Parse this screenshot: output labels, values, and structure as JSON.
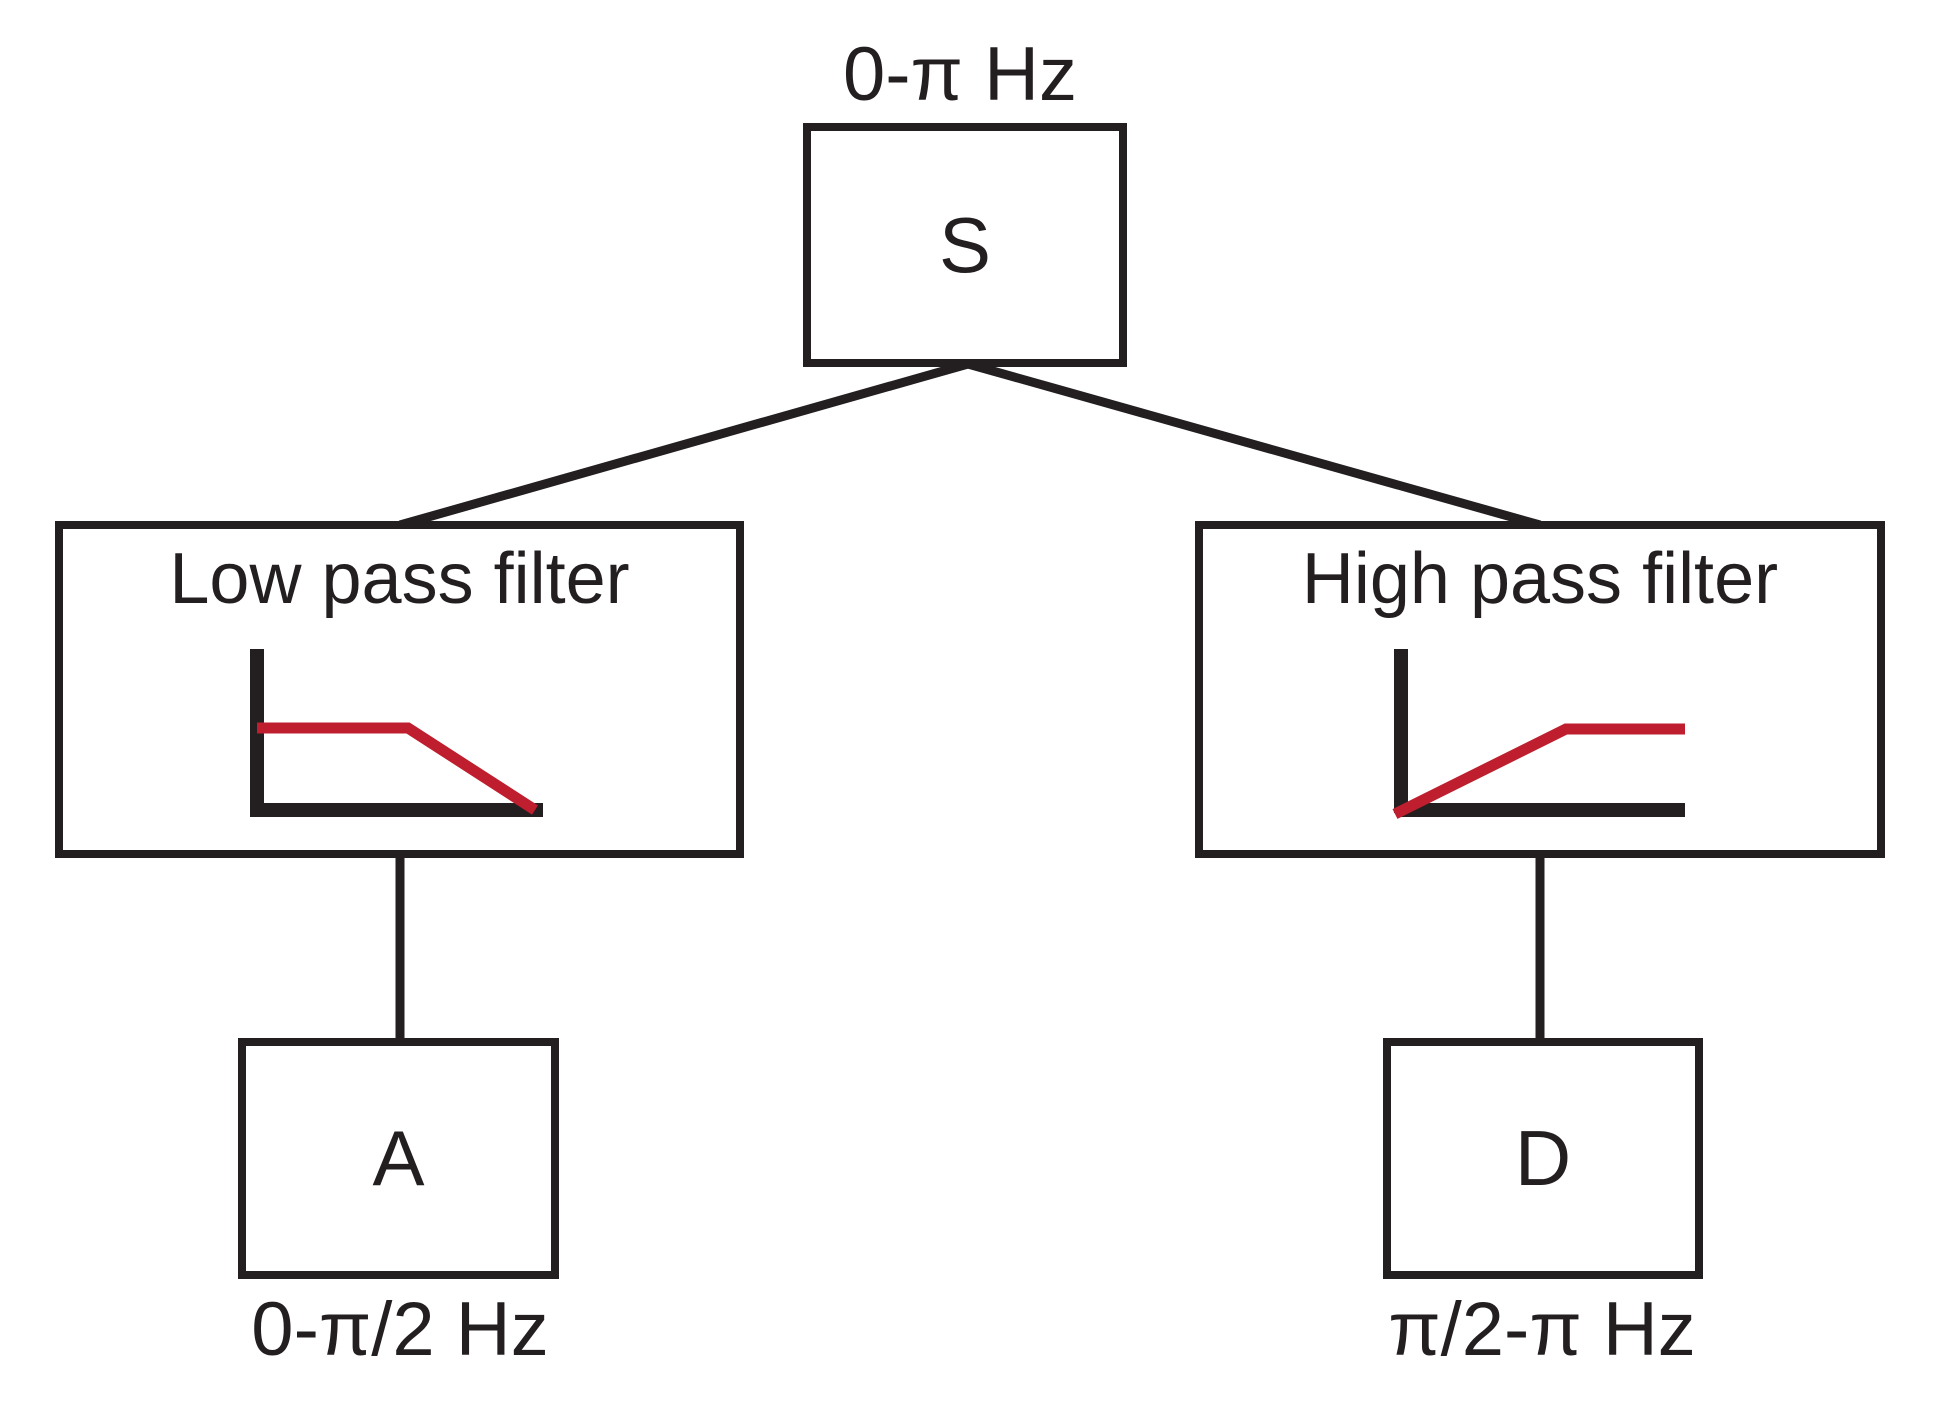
{
  "diagram": {
    "root": {
      "frequency_label": "0-π Hz",
      "box_label": "S"
    },
    "left_branch": {
      "filter_title": "Low pass filter",
      "output_box_label": "A",
      "output_frequency_label": "0-π/2 Hz"
    },
    "right_branch": {
      "filter_title": "High pass filter",
      "output_box_label": "D",
      "output_frequency_label": "π/2-π Hz"
    }
  },
  "icons": {
    "lowpass_response": "lowpass-response-icon",
    "highpass_response": "highpass-response-icon"
  },
  "colors": {
    "ink": "#231f20",
    "accent_red": "#be1e2d",
    "background": "#ffffff"
  }
}
